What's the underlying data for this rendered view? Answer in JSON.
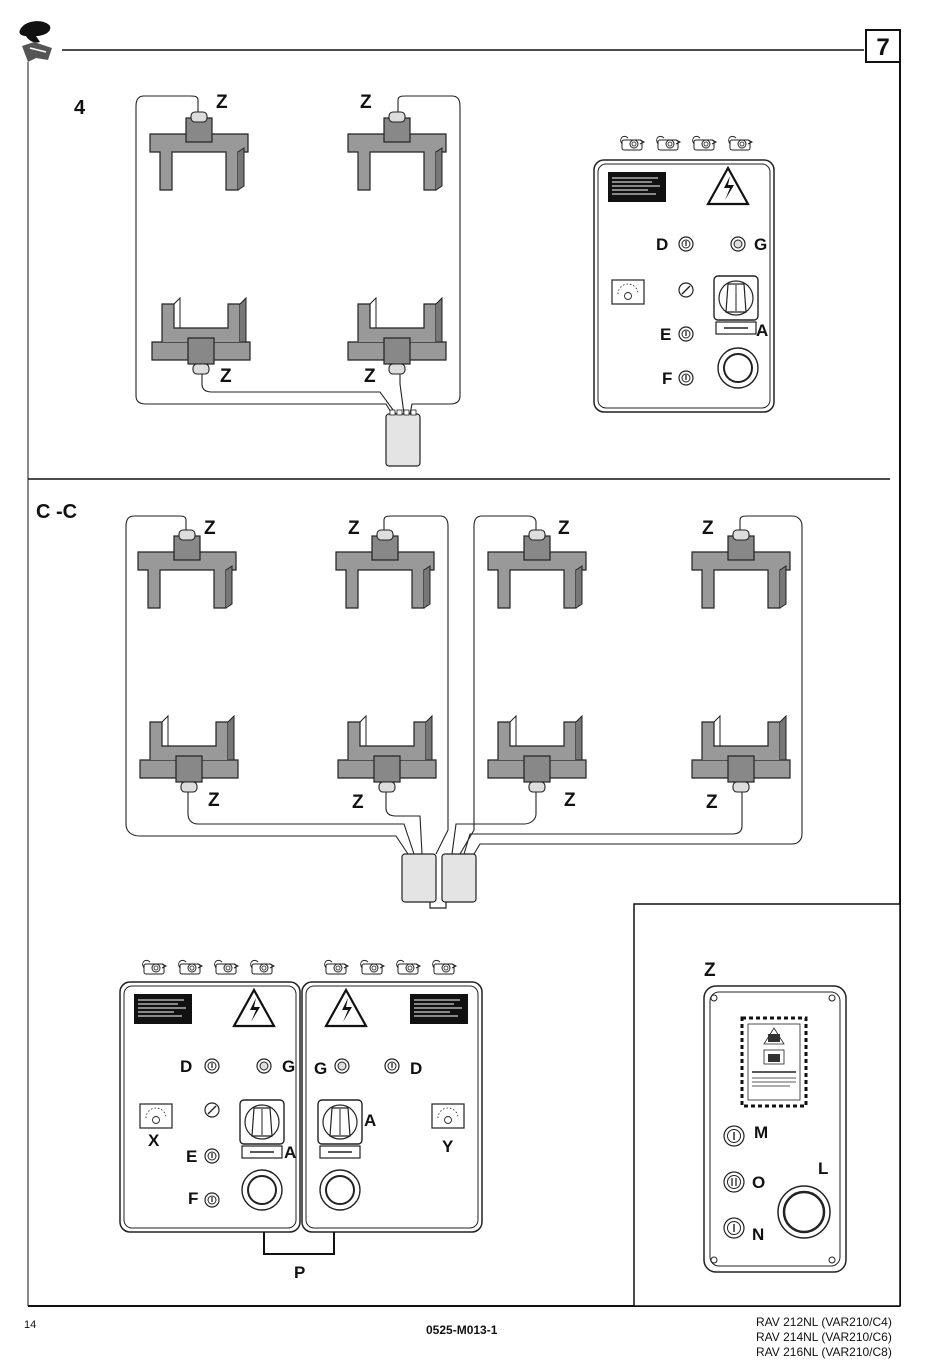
{
  "page_number_badge": "7",
  "sections": {
    "four_lifts": {
      "label": "4"
    },
    "cc_lifts": {
      "label": "C  -C"
    }
  },
  "component_labels": {
    "sensor": "Z",
    "control_unit": "Z",
    "connector": "P",
    "D": "D",
    "G": "G",
    "E": "E",
    "F": "F",
    "A": "A",
    "X": "X",
    "Y": "Y",
    "M": "M",
    "O": "O",
    "N": "N",
    "L": "L"
  },
  "footer": {
    "page": "14",
    "doc_code": "0525-M013-1",
    "models": [
      "RAV 212NL (VAR210/C4)",
      "RAV 214NL (VAR210/C6)",
      "RAV 216NL (VAR210/C8)"
    ]
  }
}
